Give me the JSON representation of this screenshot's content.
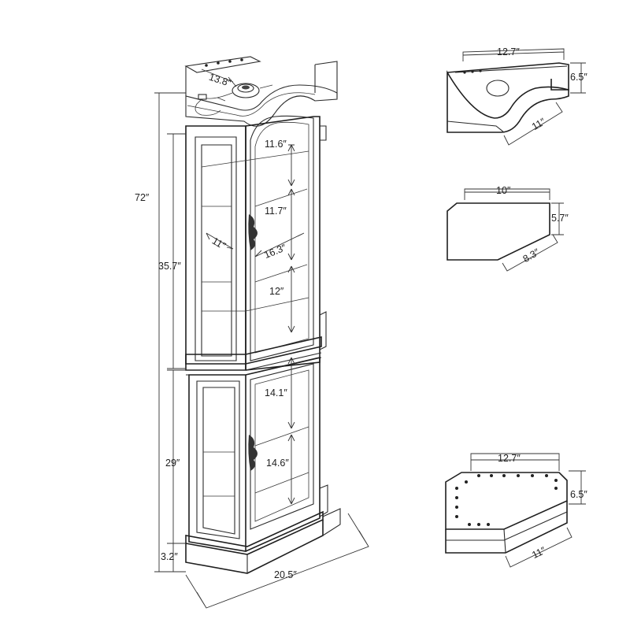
{
  "main_cabinet": {
    "dims": {
      "height_total": "72″",
      "top_section_height": "35.7″",
      "bottom_section_height": "29″",
      "base_height": "3.2″",
      "width": "20.5″",
      "light_cord": "13.8″",
      "upper_spacing_1": "11.6″",
      "upper_spacing_2": "11.7″",
      "upper_spacing_3": "12″",
      "shelf_depth": "11″",
      "shelf_diagonal": "16.3″",
      "lower_spacing_1": "14.1″",
      "lower_spacing_2": "14.6″"
    }
  },
  "top_crown": {
    "dims": {
      "width": "12.7″",
      "height": "6.5″",
      "depth": "11″"
    }
  },
  "glass_shelf": {
    "dims": {
      "width": "10″",
      "side": "5.7″",
      "diagonal": "8.3″"
    }
  },
  "base_part": {
    "dims": {
      "width": "12.7″",
      "height": "6.5″",
      "depth": "11″"
    }
  }
}
